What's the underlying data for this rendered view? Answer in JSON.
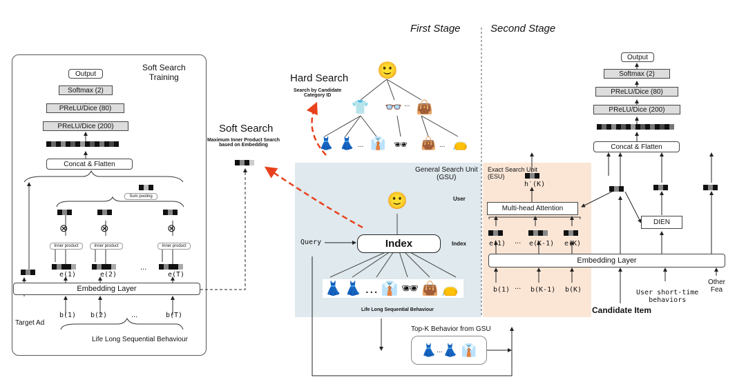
{
  "stages": {
    "first": "First Stage",
    "second": "Second Stage"
  },
  "soft_training": {
    "title": "Soft Search\nTraining",
    "output": "Output",
    "softmax": "Softmax (2)",
    "prelu80": "PReLU/Dice (80)",
    "prelu200": "PReLU/Dice (200)",
    "concat": "Concat & Flatten",
    "sum_pooling": "Sum pooling",
    "inner_product": "Inner product",
    "e1": "e(1)",
    "e2": "e(2)",
    "eT": "e(T)",
    "dots": "...",
    "embedding_layer": "Embedding Layer",
    "b1": "b(1)",
    "b2": "b(2)",
    "bT": "b(T)",
    "target_ad": "Target Ad",
    "lifelong": "Life Long Sequential Behaviour"
  },
  "soft_search": {
    "title": "Soft Search",
    "subtitle": "Maximum Inner Product Search\nbased on Embedding"
  },
  "hard_search": {
    "title": "Hard Search",
    "subtitle": "Search by Candidate\nCategory ID"
  },
  "gsu": {
    "title": "General Search Unit\n(GSU)",
    "user": "User",
    "index_label": "Index",
    "index_box": "Index",
    "query": "Query",
    "lifelong": "Life Long Sequential Behaviour"
  },
  "topk": {
    "label": "Top-K Behavior from GSU",
    "dots": "..."
  },
  "esu": {
    "title": "Exact Search Unit\n(ESU)",
    "hk": "h′(K)",
    "mha": "Multi-head Attention",
    "e1": "e(1)",
    "ek1": "e(K-1)",
    "ek": "e(K)",
    "dots": "..."
  },
  "right": {
    "output": "Output",
    "softmax": "Softmax (2)",
    "prelu80": "PReLU/Dice (80)",
    "prelu200": "PReLU/Dice (200)",
    "concat": "Concat & Flatten",
    "dien": "DIEN",
    "embedding_layer": "Embedding Layer",
    "b1": "b(1)",
    "bk1": "b(K-1)",
    "bk": "b(K)",
    "dots": "...",
    "short_time": "User short-time\nbehaviors",
    "other": "Other\nFea",
    "candidate": "Candidate Item"
  },
  "colors": {
    "gsu_bg": "#dfe9ee",
    "esu_bg": "#fbe6d6",
    "hard_arrow": "#e8401c",
    "gray_box": "#dddddd"
  }
}
